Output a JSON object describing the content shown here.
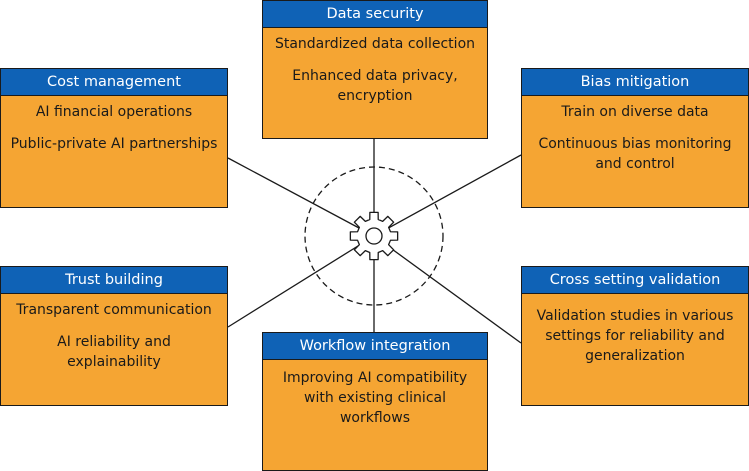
{
  "colors": {
    "header": "#0f62b6",
    "card": "#f5a533",
    "line": "#1a1a1a"
  },
  "hub": {
    "icon": "gear-icon"
  },
  "cards": {
    "data_security": {
      "title": "Data security",
      "items": [
        "Standardized data collection",
        "Enhanced data privacy, encryption"
      ]
    },
    "cost_management": {
      "title": "Cost management",
      "items": [
        "AI financial operations",
        "Public-private AI partnerships"
      ]
    },
    "bias_mitigation": {
      "title": "Bias mitigation",
      "items": [
        "Train on diverse data",
        "Continuous bias monitoring and control"
      ]
    },
    "trust_building": {
      "title": "Trust building",
      "items": [
        "Transparent communication",
        "AI reliability and explainability"
      ]
    },
    "cross_setting_validation": {
      "title": "Cross setting validation",
      "items": [
        "Validation studies in various settings for reliability and generalization"
      ]
    },
    "workflow_integration": {
      "title": "Workflow integration",
      "items": [
        "Improving AI compatibility with existing clinical workflows"
      ]
    }
  }
}
